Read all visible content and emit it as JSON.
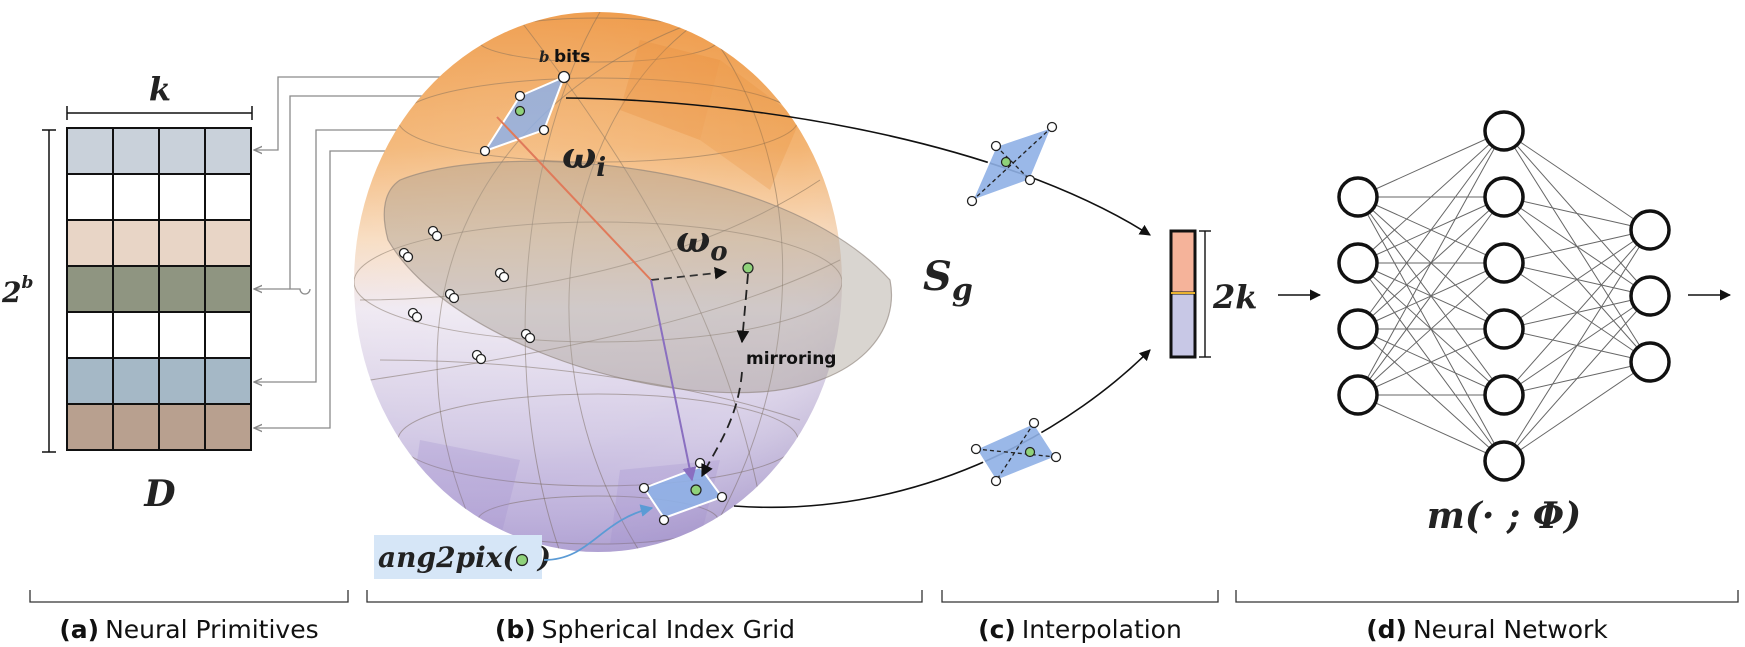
{
  "panel_a": {
    "width_label": "k",
    "height_label": "2",
    "height_exp": "b",
    "table_label": "D",
    "row_colors": [
      "#c9d1da",
      "#ffffff",
      "#e8d5c6",
      "#8f9581",
      "#ffffff",
      "#a5b8c6",
      "#b8a08f"
    ]
  },
  "panel_b": {
    "bits_prefix": "b",
    "bits_label": "bits",
    "omega_i": "ω",
    "omega_i_sub": "i",
    "omega_o": "ω",
    "omega_o_sub": "o",
    "grid_label": "S",
    "grid_sub": "g",
    "mirroring_label": "mirroring",
    "ang2pix_label": "ang2pix(",
    "ang2pix_close": ")"
  },
  "panel_c": {
    "feature_label": "2k"
  },
  "panel_d": {
    "network_label": "m(· ; Φ)",
    "layers": [
      4,
      6,
      3
    ]
  },
  "captions": [
    {
      "tag": "(a)",
      "text": "Neural Primitives"
    },
    {
      "tag": "(b)",
      "text": "Spherical Index Grid"
    },
    {
      "tag": "(c)",
      "text": "Interpolation"
    },
    {
      "tag": "(d)",
      "text": "Neural Network"
    }
  ],
  "colors": {
    "orange": "#f0a04a",
    "lavender": "#b7a9d8",
    "patch_blue": "#8fb0e6",
    "node_green": "#8fd27a"
  }
}
